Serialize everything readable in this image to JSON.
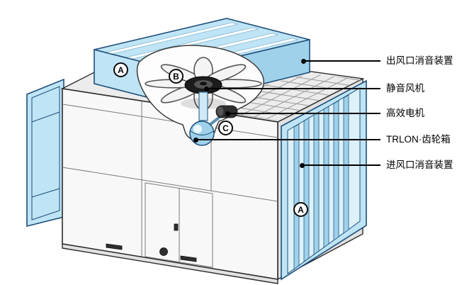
{
  "callouts": [
    {
      "label": "出风口消音装置"
    },
    {
      "label": "静音风机"
    },
    {
      "label": "高效电机"
    },
    {
      "label": "TRLON·齿轮箱"
    },
    {
      "label": "进风口消音装置"
    }
  ],
  "markers": [
    {
      "letter": "A"
    },
    {
      "letter": "B"
    },
    {
      "letter": "C"
    },
    {
      "letter": "A"
    }
  ],
  "colors": {
    "panel_blue": "#bfe4f5",
    "panel_blue_dark": "#9fd2ea",
    "panel_blue_light": "#ddf1fa",
    "outline_blue": "#1d4e79",
    "body_white": "#f8f8f8",
    "body_gray": "#e2e2e2",
    "line_dark": "#2b2b2b",
    "leader_black": "#000000"
  }
}
